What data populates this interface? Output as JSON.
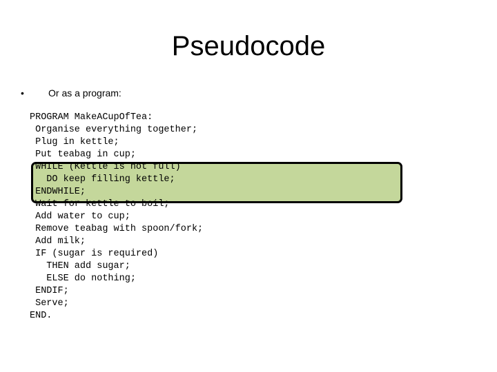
{
  "slide": {
    "title": "Pseudocode",
    "bullet": {
      "marker": "•",
      "text": "Or as a program:"
    },
    "highlight_color": "#c4d79b",
    "code_lines": [
      "PROGRAM MakeACupOfTea:",
      " Organise everything together;",
      " Plug in kettle;",
      " Put teabag in cup;",
      " WHILE (Kettle is not full)",
      "   DO keep filling kettle;",
      " ENDWHILE;",
      " Wait for kettle to boil;",
      " Add water to cup;",
      " Remove teabag with spoon/fork;",
      " Add milk;",
      " IF (sugar is required)",
      "   THEN add sugar;",
      "   ELSE do nothing;",
      " ENDIF;",
      " Serve;",
      "END."
    ]
  }
}
